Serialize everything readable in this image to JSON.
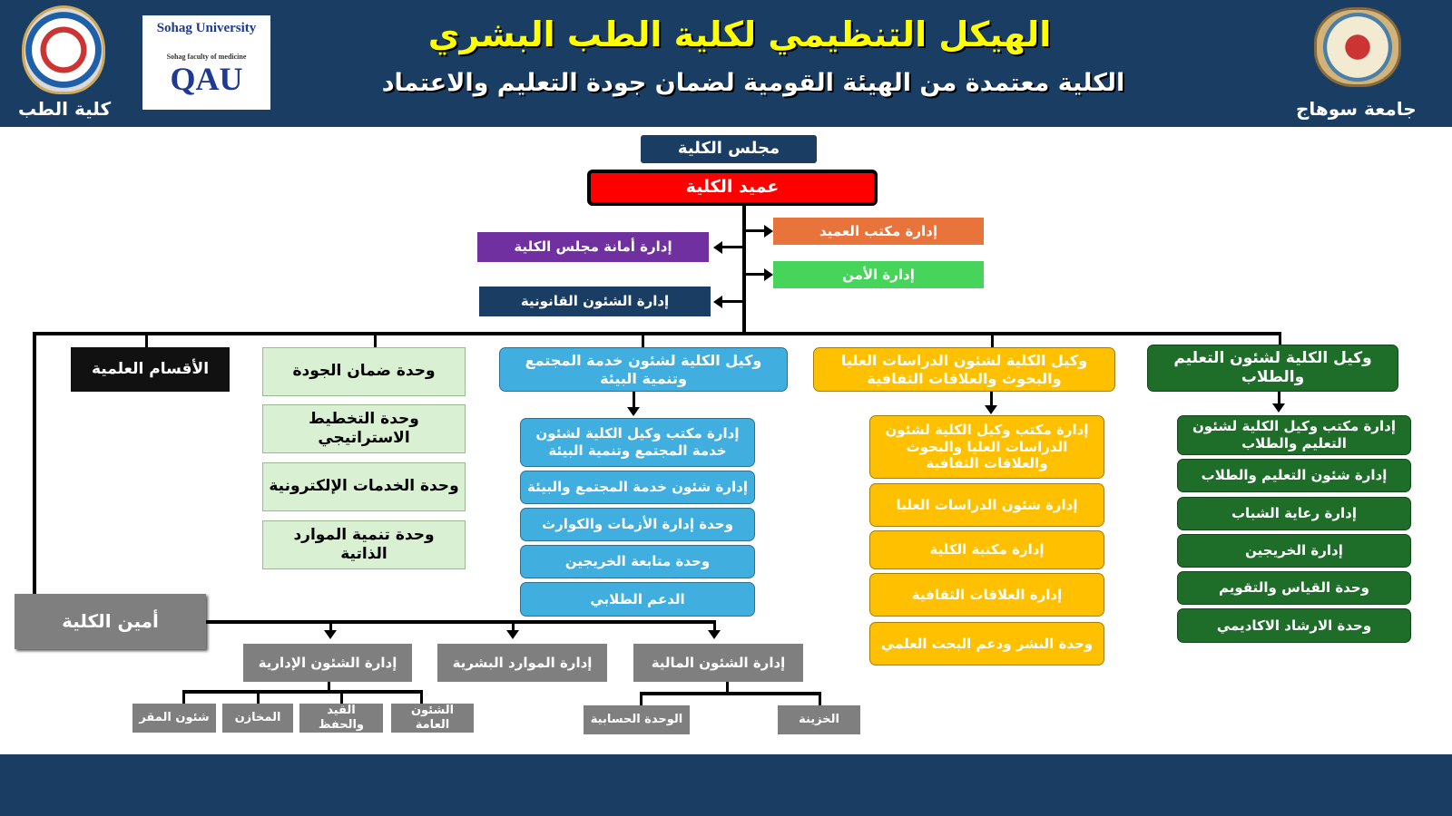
{
  "header": {
    "title": "الهيكل التنظيمي لكلية الطب البشري",
    "subtitle": "الكلية معتمدة من الهيئة القومية لضمان جودة التعليم والاعتماد",
    "left_label": "كلية الطب",
    "right_label": "جامعة سوهاج",
    "qau_logo": {
      "top": "Sohag University",
      "middle": "Sohag faculty of medicine",
      "bottom": "QAU"
    }
  },
  "colors": {
    "navy": "#1a3d63",
    "red": "#ff0000",
    "orange": "#e8743b",
    "lightgreen": "#47d45a",
    "purple": "#7030a0",
    "blue": "#41aee0",
    "yellow": "#ffc000",
    "green": "#1e6e2a",
    "gray": "#7f7f7f",
    "quality": "#d9f0d3"
  },
  "top": {
    "council": "مجلس الكلية",
    "dean": "عميد الكلية",
    "dean_office": "إدارة مكتب العميد",
    "security": "إدارة الأمن",
    "council_secretariat": "إدارة أمانة مجلس الكلية",
    "legal": "إدارة الشئون القانونية"
  },
  "departments": "الأقسام العلمية",
  "units": [
    "وحدة ضمان الجودة",
    "وحدة التخطيط الاستراتيجي",
    "وحدة الخدمات الإلكترونية",
    "وحدة تنمية الموارد الذاتية"
  ],
  "community": {
    "head": "وكيل الكلية لشئون خدمة المجتمع وتنمية البيئة",
    "items": [
      "إدارة مكتب وكيل الكلية لشئون خدمة المجتمع وتنمية البيئة",
      "إدارة شئون خدمة المجتمع والبيئة",
      "وحدة إدارة الأزمات والكوارث",
      "وحدة متابعة الخريجين",
      "الدعم الطلابي"
    ]
  },
  "graduate": {
    "head": "وكيل الكلية لشئون الدراسات العليا والبحوث والعلاقات الثقافية",
    "items": [
      "إدارة مكتب وكيل الكلية لشئون الدراسات العليا والبحوث والعلاقات الثقافية",
      "إدارة شئون الدراسات العليا",
      "إدارة مكتبة الكلية",
      "إدارة العلاقات الثقافية",
      "وحدة النشر ودعم البحث العلمي"
    ]
  },
  "education": {
    "head": "وكيل الكلية لشئون التعليم والطلاب",
    "items": [
      "إدارة مكتب وكيل الكلية لشئون التعليم والطلاب",
      "إدارة شئون التعليم والطلاب",
      "إدارة رعاية الشباب",
      "إدارة الخريجين",
      "وحدة القياس والتقويم",
      "وحدة الارشاد الاكاديمي"
    ]
  },
  "secretary": {
    "head": "أمين الكلية",
    "admin": "إدارة الشئون الإدارية",
    "hr": "إدارة الموارد البشرية",
    "finance": "إدارة الشئون المالية",
    "admin_subs": [
      "شئون المقر",
      "المخازن",
      "القيد والحفظ",
      "الشئون العامة"
    ],
    "finance_subs": [
      "الوحدة الحسابية",
      "الخزينة"
    ]
  }
}
